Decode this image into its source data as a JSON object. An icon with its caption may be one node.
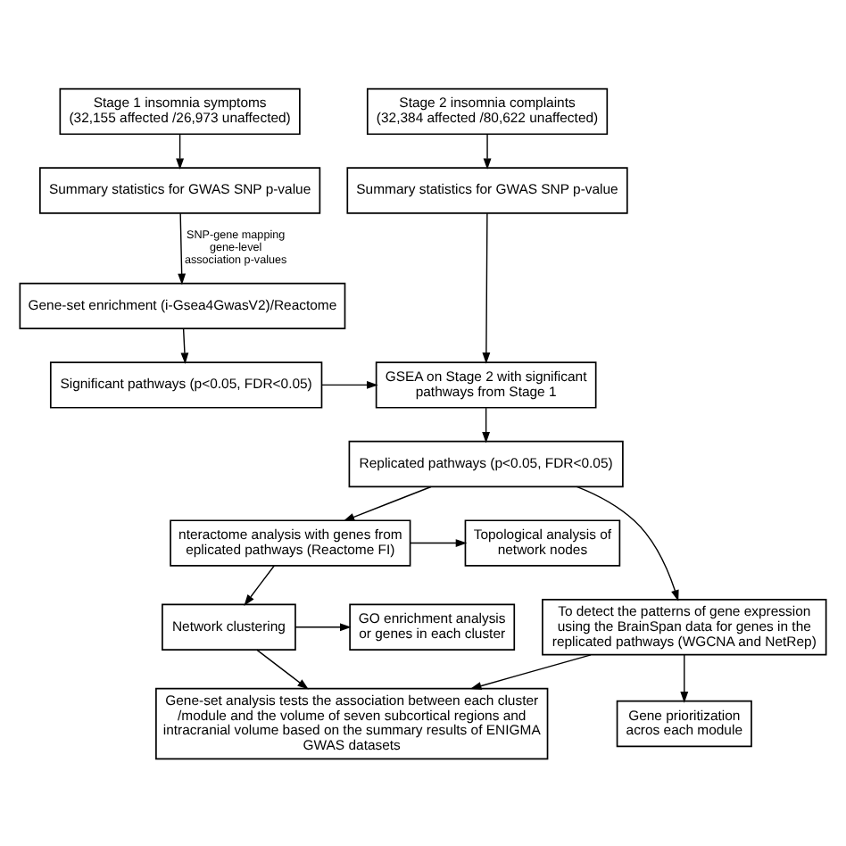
{
  "diagram": {
    "nodes": [
      {
        "text": [
          "Stage 1 insomnia symptoms",
          "(32,155 affected /26,973 unaffected)"
        ]
      },
      {
        "text": [
          "Stage 2 insomnia complaints",
          "(32,384 affected /80,622 unaffected)"
        ]
      },
      {
        "text": [
          "Summary statistics for GWAS SNP p-value"
        ]
      },
      {
        "text": [
          "Summary statistics for GWAS SNP p-value"
        ]
      },
      {
        "text": [
          "Gene-set enrichment (i-Gsea4GwasV2)/Reactome"
        ]
      },
      {
        "text": [
          "Significant pathways (p<0.05, FDR<0.05)"
        ]
      },
      {
        "text": [
          "GSEA on Stage 2 with significant pathways from Stage 1"
        ]
      },
      {
        "text": [
          "Replicated pathways (p<0.05, FDR<0.05)"
        ]
      },
      {
        "text": [
          "nteractome analysis with genes from eplicated pathways (Reactome FI)"
        ]
      },
      {
        "text": [
          "Topological analysis of network nodes"
        ]
      },
      {
        "text": [
          "GO enrichment analysis or genes in each cluster"
        ]
      },
      {
        "text": [
          "Network clustering"
        ]
      },
      {
        "text": [
          "To detect the patterns of gene expression using the BrainSpan data for genes in the replicated pathways (WGCNA and NetRep)"
        ]
      },
      {
        "text": [
          "Gene-set analysis tests the association between each cluster /module and the volume of seven subcortical regions and intracranial volume based on the summary results of ENIGMA GWAS datasets"
        ]
      },
      {
        "text": [
          "Gene prioritization acros each module"
        ]
      }
    ],
    "edges": [
      {
        "from": 0,
        "to": 2,
        "arrow": "to"
      },
      {
        "from": 1,
        "to": 3,
        "arrow": "to"
      },
      {
        "from": 2,
        "to": 4,
        "arrow": "to",
        "label": "SNP-gene mapping gene-level association p-values"
      },
      {
        "from": 4,
        "to": 5,
        "arrow": "to"
      },
      {
        "from": 3,
        "to": 6,
        "arrow": "to"
      },
      {
        "from": 5,
        "to": 6,
        "arrow": "to"
      },
      {
        "from": 6,
        "to": 7,
        "arrow": "to"
      },
      {
        "from": 7,
        "to": 8,
        "arrow": "to"
      },
      {
        "from": 7,
        "to": 12,
        "arrow": "to"
      },
      {
        "from": 8,
        "to": 9,
        "arrow": "to"
      },
      {
        "from": 8,
        "to": 11,
        "arrow": "to"
      },
      {
        "from": 11,
        "to": 10,
        "arrow": "to"
      },
      {
        "from": 11,
        "to": 13,
        "arrow": "to"
      },
      {
        "from": 12,
        "to": 13,
        "arrow": "to"
      },
      {
        "from": 12,
        "to": 14,
        "arrow": "to"
      }
    ]
  }
}
